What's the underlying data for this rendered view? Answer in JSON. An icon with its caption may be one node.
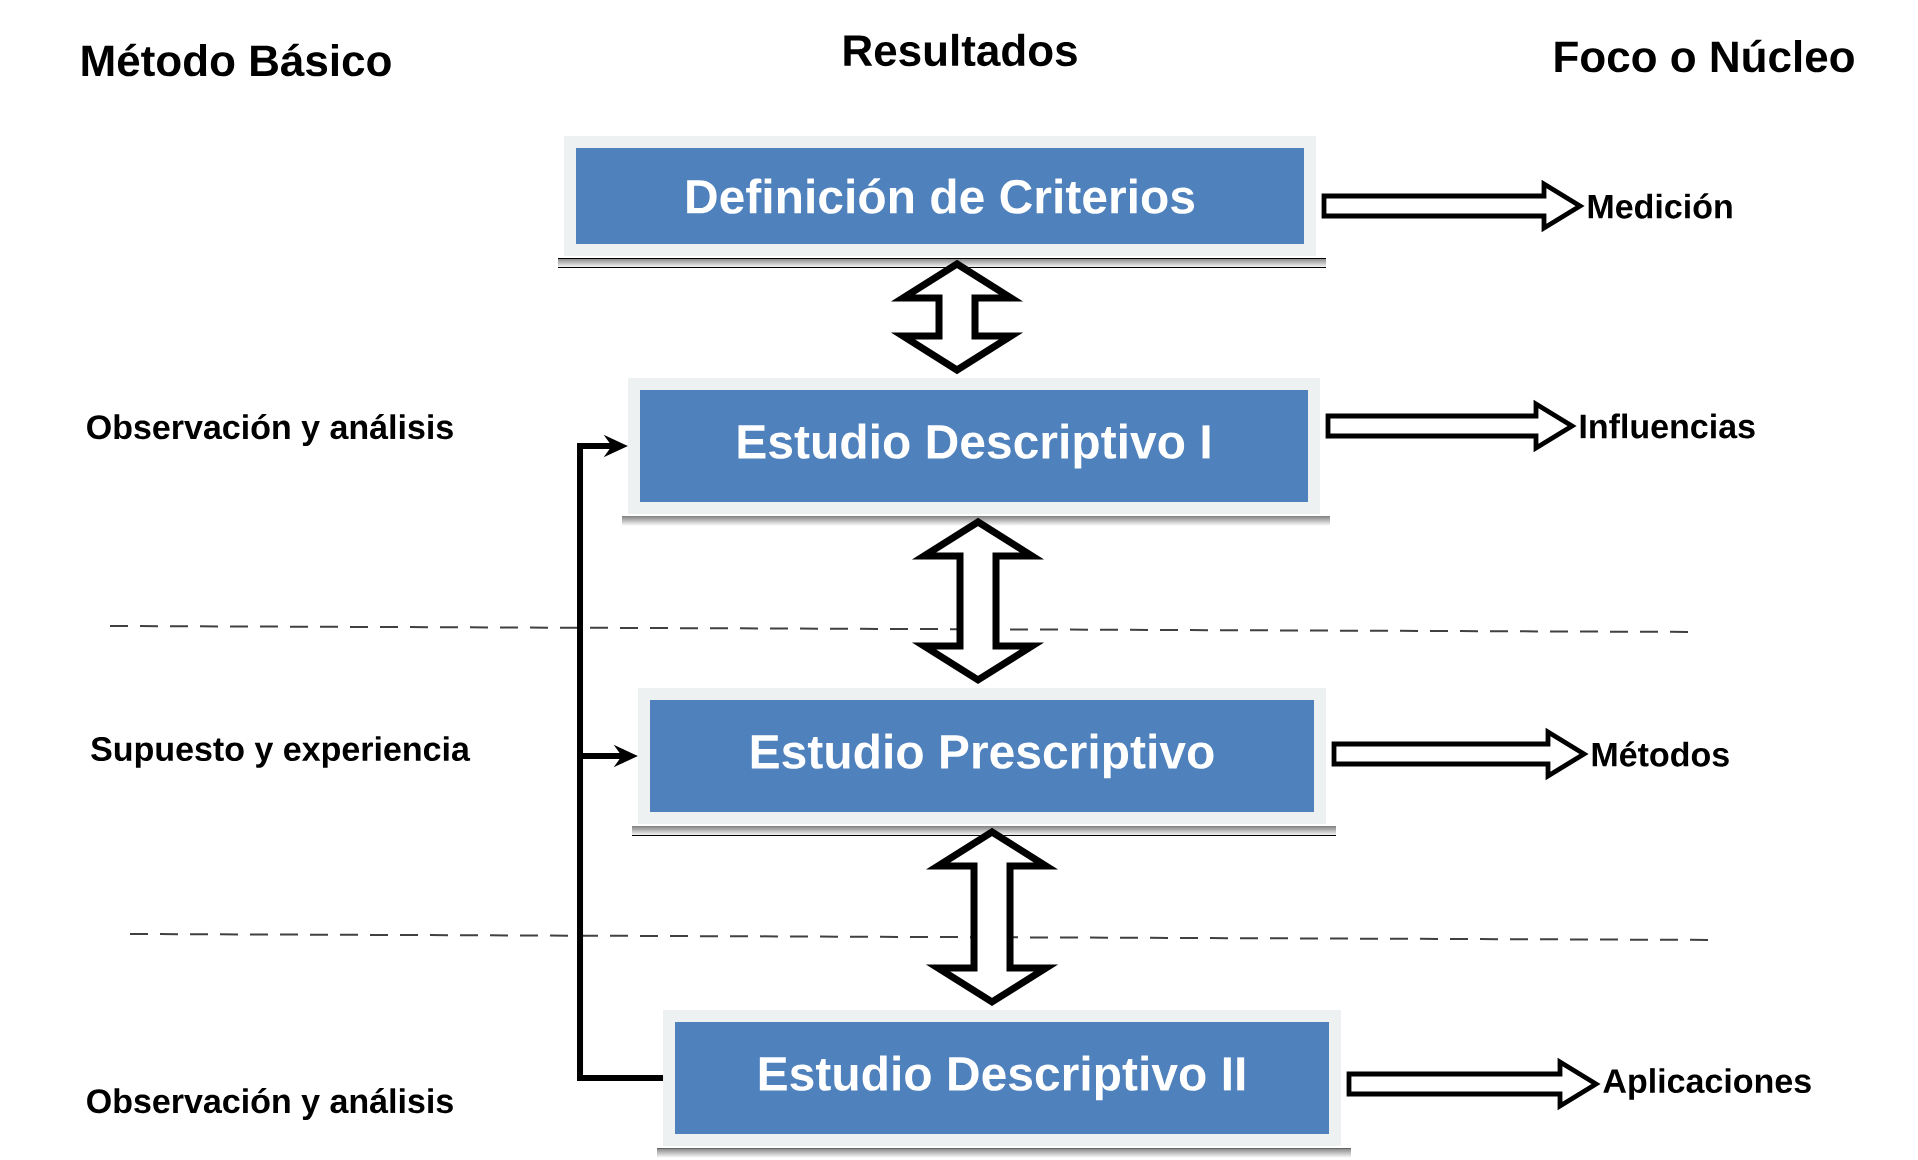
{
  "diagram": {
    "nodes": [
      {
        "text": [
          "Definición de Criterios"
        ]
      },
      {
        "text": [
          "Estudio Descriptivo I"
        ]
      },
      {
        "text": [
          "Estudio Prescriptivo"
        ]
      },
      {
        "text": [
          "Estudio Descriptivo II"
        ]
      },
      {
        "text": [
          "Medición"
        ]
      },
      {
        "text": [
          "Influencias"
        ]
      },
      {
        "text": [
          "Métodos"
        ]
      },
      {
        "text": [
          "Aplicaciones"
        ]
      }
    ],
    "edges": [
      {
        "from": 0,
        "to": 1,
        "arrow": "both"
      },
      {
        "from": 1,
        "to": 2,
        "arrow": "both"
      },
      {
        "from": 2,
        "to": 3,
        "arrow": "both"
      },
      {
        "from": 0,
        "to": 4,
        "arrow": "to"
      },
      {
        "from": 1,
        "to": 5,
        "arrow": "to"
      },
      {
        "from": 2,
        "to": 6,
        "arrow": "to"
      },
      {
        "from": 3,
        "to": 7,
        "arrow": "to"
      },
      {
        "from": 3,
        "to": 1,
        "arrow": "to"
      },
      {
        "from": 3,
        "to": 2,
        "arrow": "to"
      }
    ],
    "labels": [
      "Método Básico",
      "Resultados",
      "Foco o Núcleo",
      "Observación y análisis",
      "Supuesto y experiencia",
      "Observación y análisis"
    ]
  }
}
